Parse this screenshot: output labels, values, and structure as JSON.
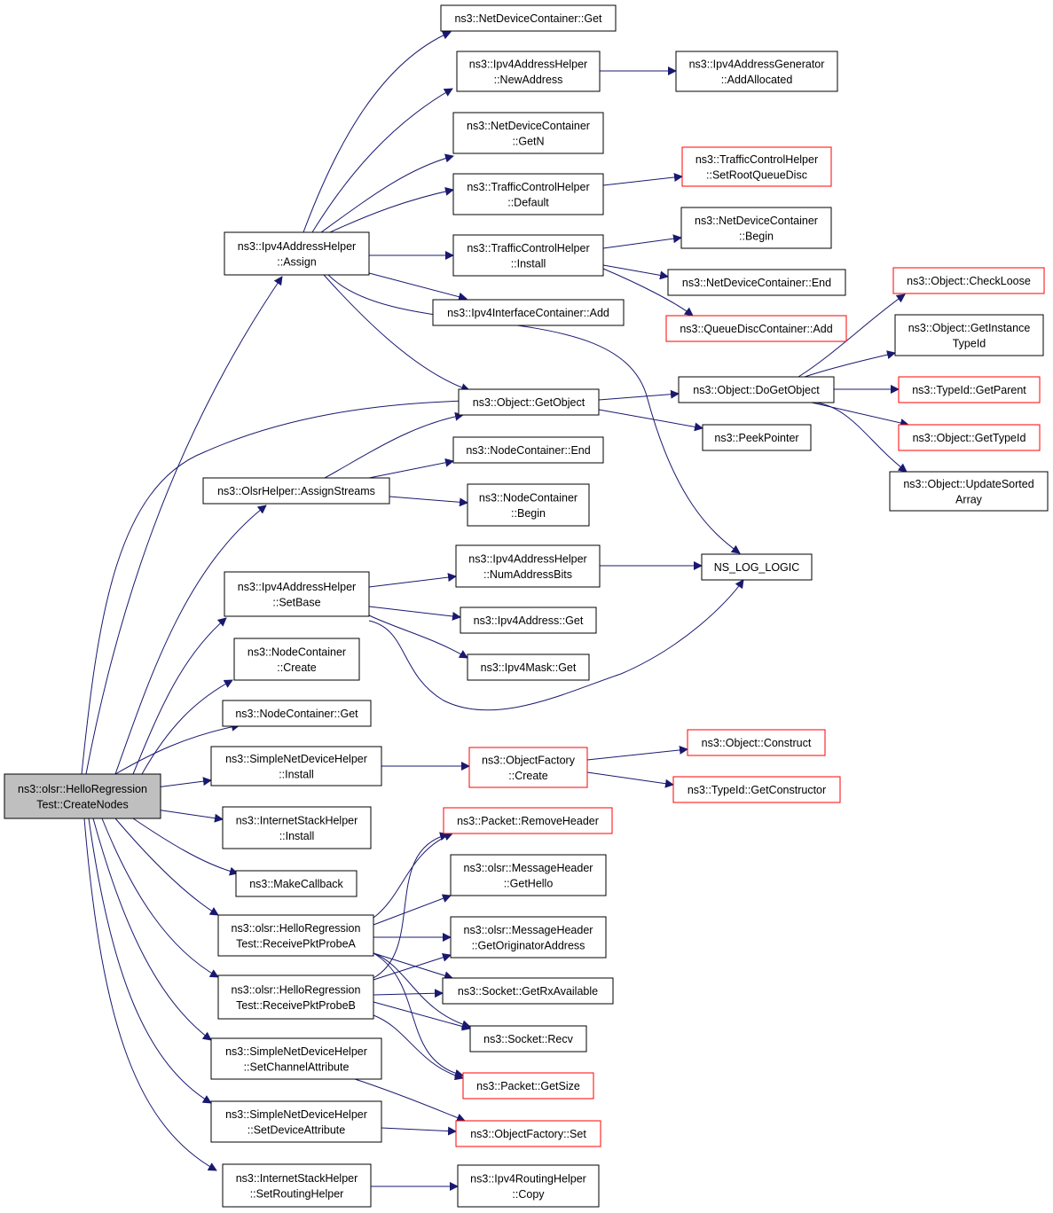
{
  "colors": {
    "edge": "#191970",
    "node_border": "#000000",
    "node_border_truncated": "#ff0000",
    "root_fill": "#bfbfbf",
    "node_fill": "#ffffff"
  },
  "nodes": [
    {
      "id": "root",
      "lines": [
        "ns3::olsr::HelloRegression",
        "Test::CreateNodes"
      ],
      "style": "root"
    },
    {
      "id": "ip4ah_assign",
      "lines": [
        "ns3::Ipv4AddressHelper",
        "::Assign"
      ],
      "style": "normal"
    },
    {
      "id": "olsrh_assignstreams",
      "lines": [
        "ns3::OlsrHelper::AssignStreams"
      ],
      "style": "normal"
    },
    {
      "id": "ip4ah_setbase",
      "lines": [
        "ns3::Ipv4AddressHelper",
        "::SetBase"
      ],
      "style": "normal"
    },
    {
      "id": "nc_create",
      "lines": [
        "ns3::NodeContainer",
        "::Create"
      ],
      "style": "normal"
    },
    {
      "id": "nc_get",
      "lines": [
        "ns3::NodeContainer::Get"
      ],
      "style": "normal"
    },
    {
      "id": "sndh_install",
      "lines": [
        "ns3::SimpleNetDeviceHelper",
        "::Install"
      ],
      "style": "normal"
    },
    {
      "id": "ish_install",
      "lines": [
        "ns3::InternetStackHelper",
        "::Install"
      ],
      "style": "normal"
    },
    {
      "id": "makecallback",
      "lines": [
        "ns3::MakeCallback"
      ],
      "style": "normal"
    },
    {
      "id": "recv_a",
      "lines": [
        "ns3::olsr::HelloRegression",
        "Test::ReceivePktProbeA"
      ],
      "style": "normal"
    },
    {
      "id": "recv_b",
      "lines": [
        "ns3::olsr::HelloRegression",
        "Test::ReceivePktProbeB"
      ],
      "style": "normal"
    },
    {
      "id": "sndh_setchan",
      "lines": [
        "ns3::SimpleNetDeviceHelper",
        "::SetChannelAttribute"
      ],
      "style": "normal"
    },
    {
      "id": "sndh_setdev",
      "lines": [
        "ns3::SimpleNetDeviceHelper",
        "::SetDeviceAttribute"
      ],
      "style": "normal"
    },
    {
      "id": "ish_setrouting",
      "lines": [
        "ns3::InternetStackHelper",
        "::SetRoutingHelper"
      ],
      "style": "normal"
    },
    {
      "id": "ndc_get",
      "lines": [
        "ns3::NetDeviceContainer::Get"
      ],
      "style": "normal"
    },
    {
      "id": "ip4ah_newaddr",
      "lines": [
        "ns3::Ipv4AddressHelper",
        "::NewAddress"
      ],
      "style": "normal"
    },
    {
      "id": "ip4ag_addalloc",
      "lines": [
        "ns3::Ipv4AddressGenerator",
        "::AddAllocated"
      ],
      "style": "normal"
    },
    {
      "id": "ndc_getn",
      "lines": [
        "ns3::NetDeviceContainer",
        "::GetN"
      ],
      "style": "normal"
    },
    {
      "id": "tch_default",
      "lines": [
        "ns3::TrafficControlHelper",
        "::Default"
      ],
      "style": "normal"
    },
    {
      "id": "tch_setroot",
      "lines": [
        "ns3::TrafficControlHelper",
        "::SetRootQueueDisc"
      ],
      "style": "truncated"
    },
    {
      "id": "ndc_begin",
      "lines": [
        "ns3::NetDeviceContainer",
        "::Begin"
      ],
      "style": "normal"
    },
    {
      "id": "tch_install",
      "lines": [
        "ns3::TrafficControlHelper",
        "::Install"
      ],
      "style": "normal"
    },
    {
      "id": "ndc_end",
      "lines": [
        "ns3::NetDeviceContainer::End"
      ],
      "style": "normal"
    },
    {
      "id": "ip4ic_add",
      "lines": [
        "ns3::Ipv4InterfaceContainer::Add"
      ],
      "style": "normal"
    },
    {
      "id": "qdc_add",
      "lines": [
        "ns3::QueueDiscContainer::Add"
      ],
      "style": "truncated"
    },
    {
      "id": "obj_checkloose",
      "lines": [
        "ns3::Object::CheckLoose"
      ],
      "style": "truncated"
    },
    {
      "id": "obj_getinstancetid",
      "lines": [
        "ns3::Object::GetInstance",
        "TypeId"
      ],
      "style": "normal"
    },
    {
      "id": "obj_dogetobject",
      "lines": [
        "ns3::Object::DoGetObject"
      ],
      "style": "normal"
    },
    {
      "id": "tid_getparent",
      "lines": [
        "ns3::TypeId::GetParent"
      ],
      "style": "truncated"
    },
    {
      "id": "obj_getobject",
      "lines": [
        "ns3::Object::GetObject"
      ],
      "style": "normal"
    },
    {
      "id": "peekpointer",
      "lines": [
        "ns3::PeekPointer"
      ],
      "style": "normal"
    },
    {
      "id": "obj_gettypeid",
      "lines": [
        "ns3::Object::GetTypeId"
      ],
      "style": "truncated"
    },
    {
      "id": "nodec_end",
      "lines": [
        "ns3::NodeContainer::End"
      ],
      "style": "normal"
    },
    {
      "id": "obj_updatesorted",
      "lines": [
        "ns3::Object::UpdateSorted",
        "Array"
      ],
      "style": "normal"
    },
    {
      "id": "nodec_begin",
      "lines": [
        "ns3::NodeContainer",
        "::Begin"
      ],
      "style": "normal"
    },
    {
      "id": "ip4ah_numaddrbits",
      "lines": [
        "ns3::Ipv4AddressHelper",
        "::NumAddressBits"
      ],
      "style": "normal"
    },
    {
      "id": "ns_log_logic",
      "lines": [
        "NS_LOG_LOGIC"
      ],
      "style": "normal"
    },
    {
      "id": "ip4addr_get",
      "lines": [
        "ns3::Ipv4Address::Get"
      ],
      "style": "normal"
    },
    {
      "id": "ip4mask_get",
      "lines": [
        "ns3::Ipv4Mask::Get"
      ],
      "style": "normal"
    },
    {
      "id": "obj_construct",
      "lines": [
        "ns3::Object::Construct"
      ],
      "style": "truncated"
    },
    {
      "id": "of_create",
      "lines": [
        "ns3::ObjectFactory",
        "::Create"
      ],
      "style": "truncated"
    },
    {
      "id": "tid_getctor",
      "lines": [
        "ns3::TypeId::GetConstructor"
      ],
      "style": "truncated"
    },
    {
      "id": "pkt_removeheader",
      "lines": [
        "ns3::Packet::RemoveHeader"
      ],
      "style": "truncated"
    },
    {
      "id": "mh_gethello",
      "lines": [
        "ns3::olsr::MessageHeader",
        "::GetHello"
      ],
      "style": "normal"
    },
    {
      "id": "mh_getorig",
      "lines": [
        "ns3::olsr::MessageHeader",
        "::GetOriginatorAddress"
      ],
      "style": "normal"
    },
    {
      "id": "sock_getrx",
      "lines": [
        "ns3::Socket::GetRxAvailable"
      ],
      "style": "normal"
    },
    {
      "id": "sock_recv",
      "lines": [
        "ns3::Socket::Recv"
      ],
      "style": "normal"
    },
    {
      "id": "pkt_getsize",
      "lines": [
        "ns3::Packet::GetSize"
      ],
      "style": "truncated"
    },
    {
      "id": "of_set",
      "lines": [
        "ns3::ObjectFactory::Set"
      ],
      "style": "truncated"
    },
    {
      "id": "ip4rh_copy",
      "lines": [
        "ns3::Ipv4RoutingHelper",
        "::Copy"
      ],
      "style": "normal"
    }
  ]
}
